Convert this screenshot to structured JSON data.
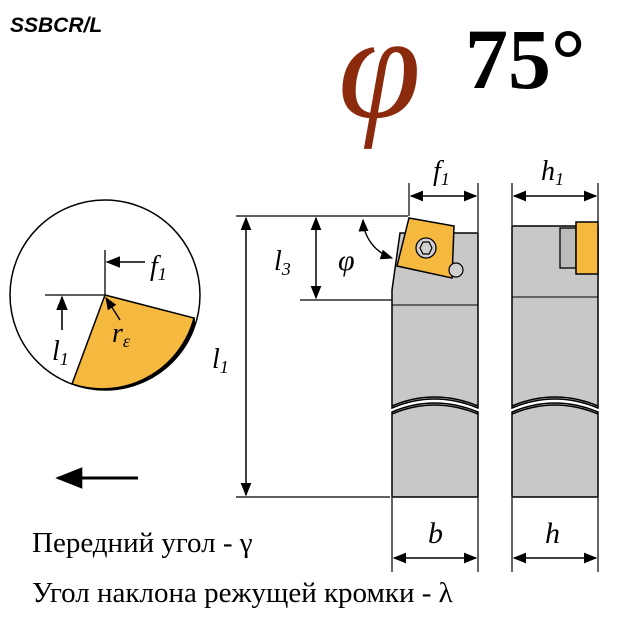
{
  "designation": "SSBCR/L",
  "angle": {
    "symbol": "φ",
    "value": "75°"
  },
  "labels": {
    "f1": "f",
    "h1": "h",
    "sub1": "1",
    "l1": "l",
    "l3": "l",
    "sub3": "3",
    "phi": "φ",
    "b": "b",
    "h": "h",
    "r": "r",
    "eps": "ε"
  },
  "captions": [
    {
      "text": "Передний угол - γ"
    },
    {
      "text": "Угол наклона режущей кромки - λ"
    }
  ],
  "colors": {
    "insert": "#f5b940",
    "shank": "#c8c8c8",
    "phi_accent": "#8b2a0c",
    "line": "#000000"
  },
  "icons": [
    "feed-direction-arrow-icon"
  ]
}
